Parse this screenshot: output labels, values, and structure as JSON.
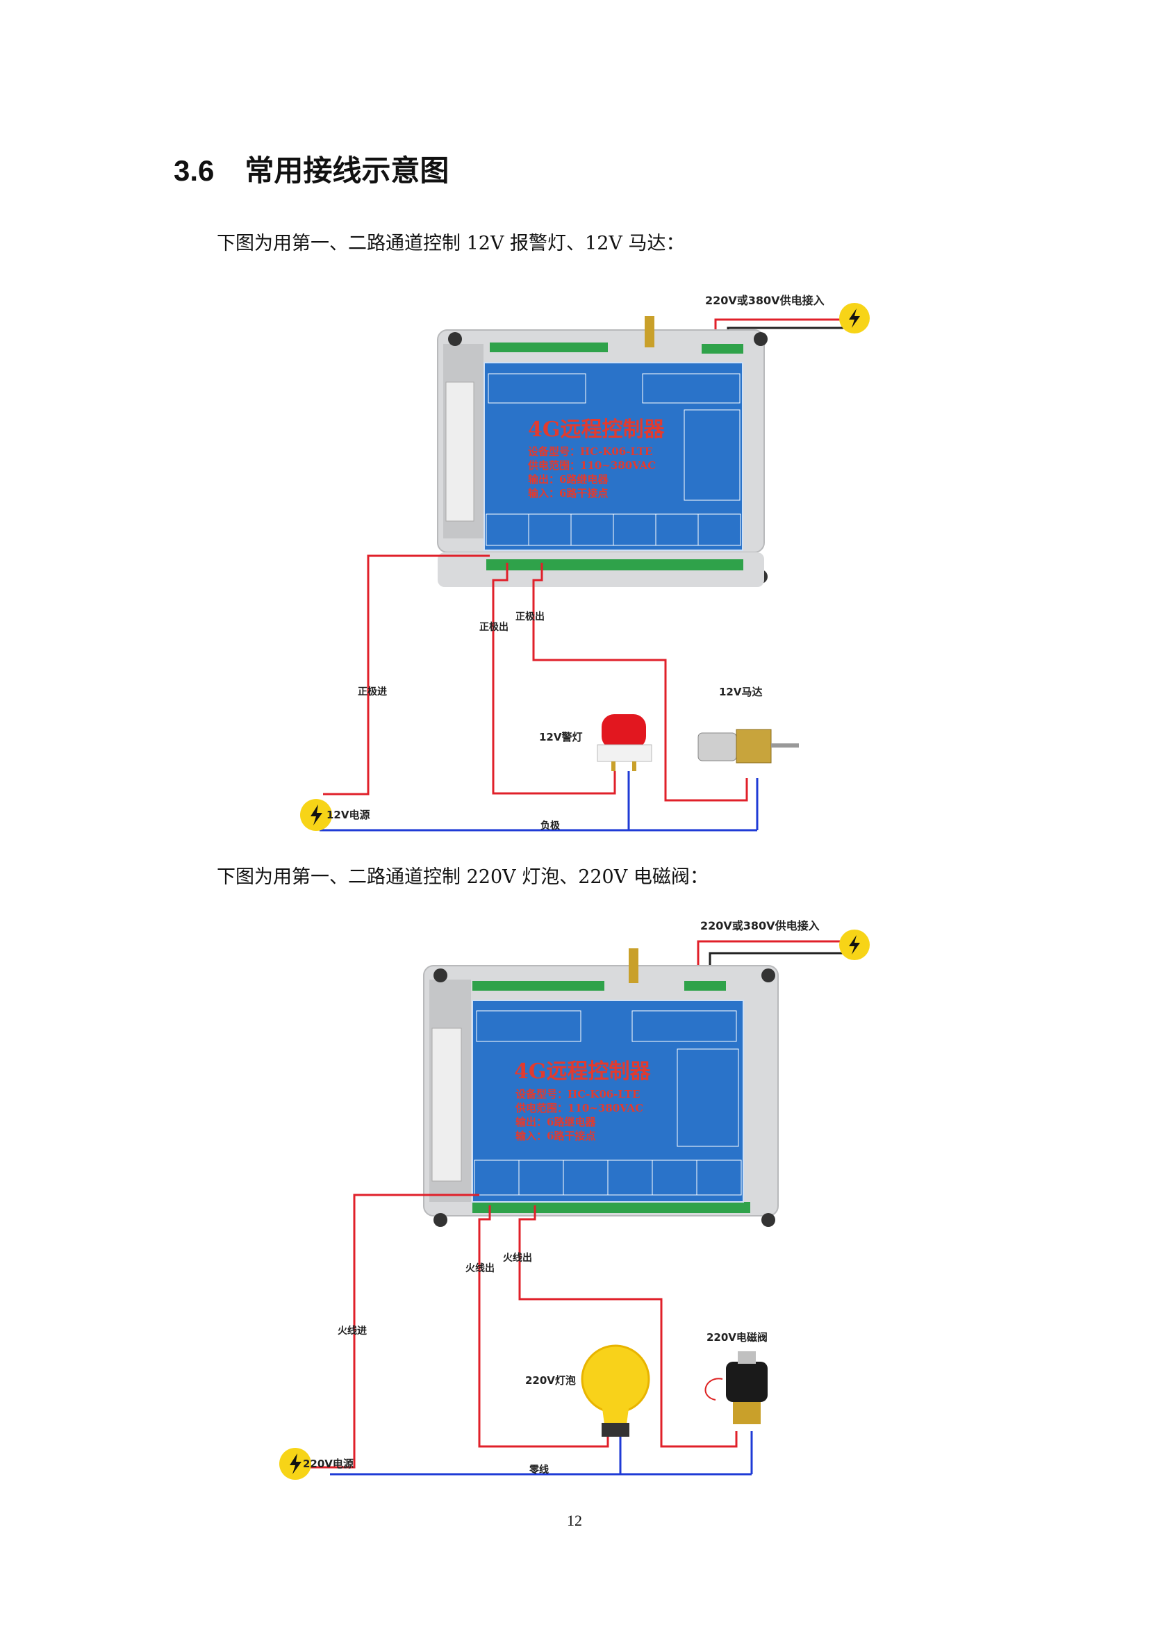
{
  "section": {
    "number": "3.6",
    "title": "常用接线示意图"
  },
  "paragraphs": {
    "p1": "下图为用第一、二路通道控制 12V 报警灯、12V 马达：",
    "p2": "下图为用第一、二路通道控制 220V 灯泡、220V 电磁阀："
  },
  "device_panel": {
    "title": "4G远程控制器",
    "model": "设备型号：HC-K06-LTE",
    "supply": "供电范围：110~380VAC",
    "output": "输出：6路继电器",
    "input": "输入：6路干接点"
  },
  "diagram1": {
    "supply_label": "220V或380V供电接入",
    "power_label": "12V电源",
    "in_label": "正极进",
    "out1_label": "正极出",
    "out2_label": "正极出",
    "common_label": "负极",
    "load1_label": "12V警灯",
    "load2_label": "12V马达"
  },
  "diagram2": {
    "supply_label": "220V或380V供电接入",
    "power_label": "220V电源",
    "in_label": "火线进",
    "out1_label": "火线出",
    "out2_label": "火线出",
    "common_label": "零线",
    "load1_label": "220V灯泡",
    "load2_label": "220V电磁阀"
  },
  "page_number": "12",
  "colors": {
    "wire_live": "#e0202a",
    "wire_neutral": "#1f3bd6",
    "panel": "#2a73c9",
    "power_icon": "#f7d417"
  }
}
